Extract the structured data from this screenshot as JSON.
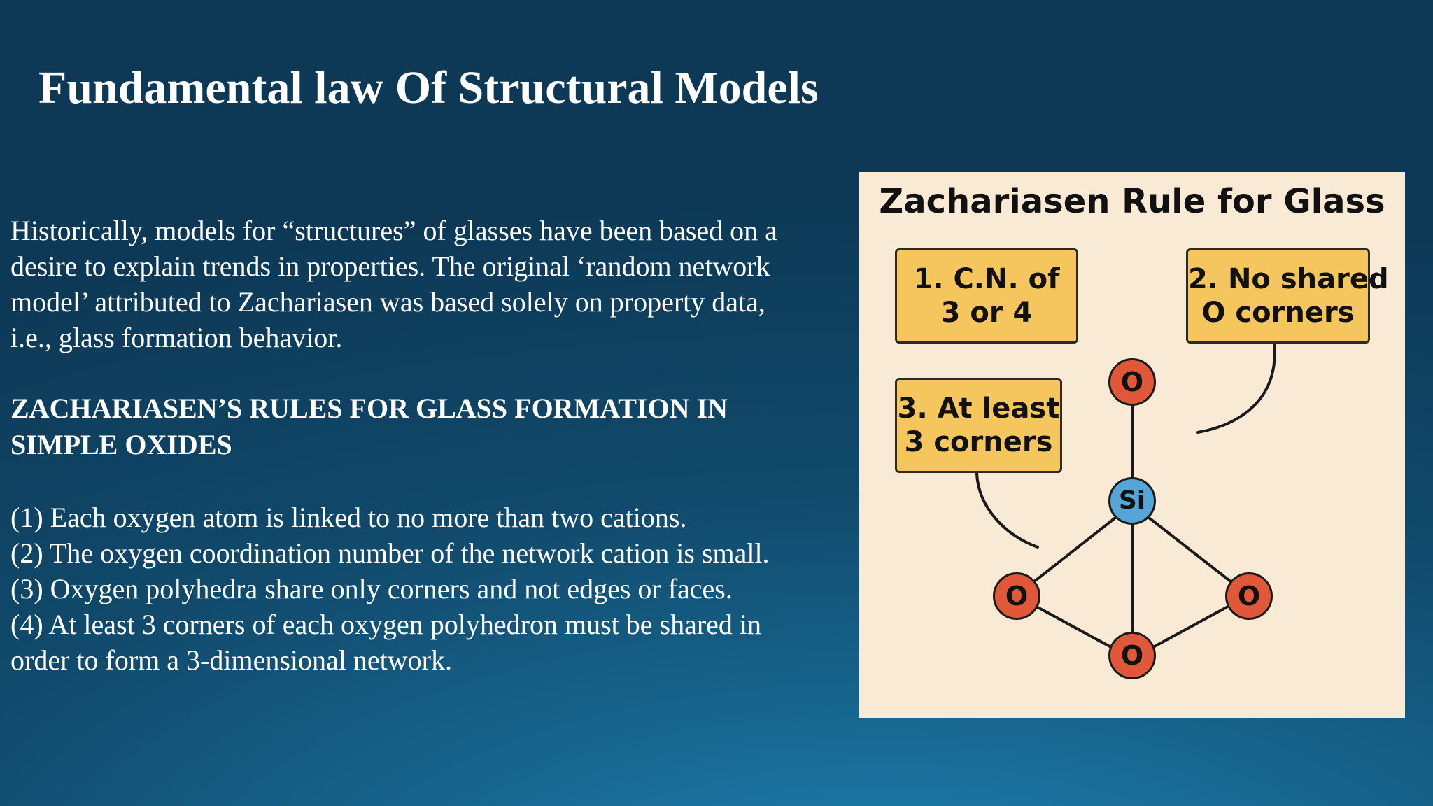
{
  "slide": {
    "title": "Fundamental law Of Structural Models",
    "intro_lines": [
      "Historically, models for “structures” of glasses have been based on a",
      "desire to explain trends in properties. The original ‘random network",
      "model’ attributed to Zachariasen was based solely on property data,",
      "i.e., glass formation behavior."
    ],
    "rules_heading_lines": [
      "ZACHARIASEN’S RULES FOR GLASS FORMATION IN",
      "SIMPLE OXIDES"
    ],
    "rules": [
      " (1) Each oxygen atom is linked to no more than two cations.",
      " (2) The oxygen coordination number of the network cation is small.",
      " (3) Oxygen polyhedra share only corners and not edges or faces.",
      " (4) At least 3 corners of each oxygen polyhedron must be shared in",
      "order to form a 3-dimensional network."
    ]
  },
  "diagram": {
    "title": "Zachariasen Rule for Glass",
    "boxes": [
      {
        "line1": "1. C.N. of",
        "line2": "3 or 4"
      },
      {
        "line1": "2. No shared",
        "line2": "O corners"
      },
      {
        "line1": "3. At least",
        "line2": "3 corners"
      }
    ],
    "atoms": {
      "center": "Si",
      "top": "O",
      "left": "O",
      "right": "O",
      "bottom": "O"
    },
    "colors": {
      "panel_background": "#f8ead5",
      "box_fill": "#f6c65e",
      "oxygen": "#e0583a",
      "silicon": "#55a6d6"
    }
  }
}
